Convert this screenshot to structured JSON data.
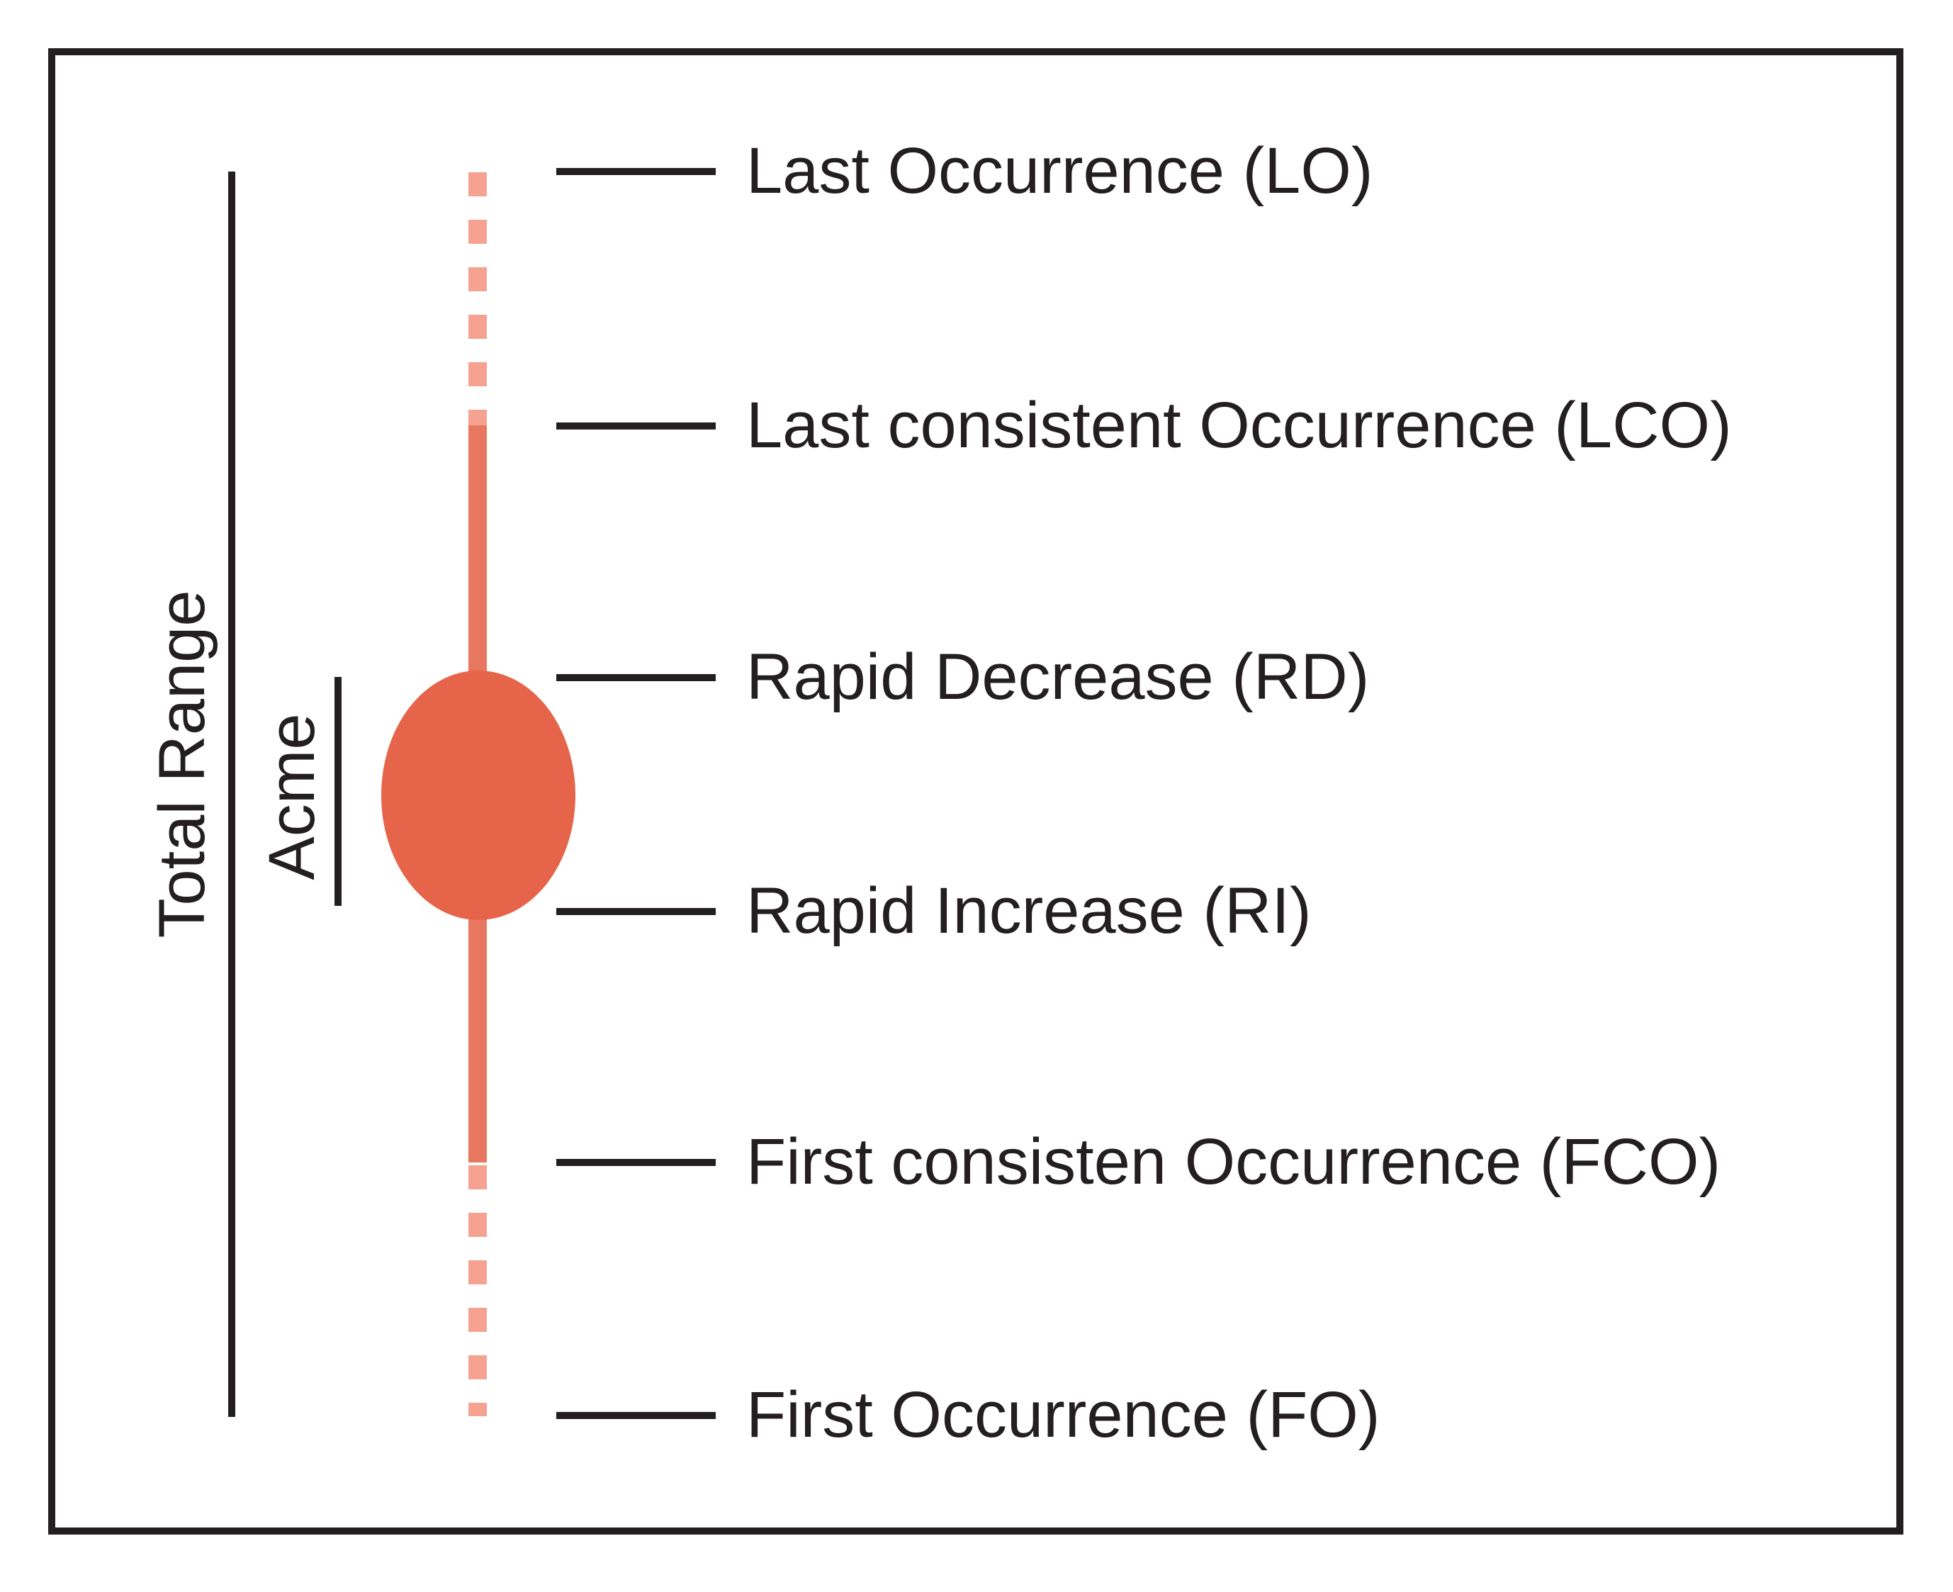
{
  "brackets": {
    "total_range": {
      "label": "Total Range"
    },
    "acme": {
      "label": "Acme"
    }
  },
  "callouts": [
    {
      "text": "Last Occurrence (LO)"
    },
    {
      "text": "Last consistent Occurrence (LCO)"
    },
    {
      "text": "Rapid Decrease (RD)"
    },
    {
      "text": "Rapid Increase (RI)"
    },
    {
      "text": "First consisten Occurrence (FCO)"
    },
    {
      "text": "First Occurrence (FO)"
    }
  ],
  "colors": {
    "ink": "#231F20",
    "range_dash": "#F6A290",
    "range_solid": "#E7785F",
    "acme_ellipse": "#E6654A",
    "background": "#FFFFFF"
  }
}
